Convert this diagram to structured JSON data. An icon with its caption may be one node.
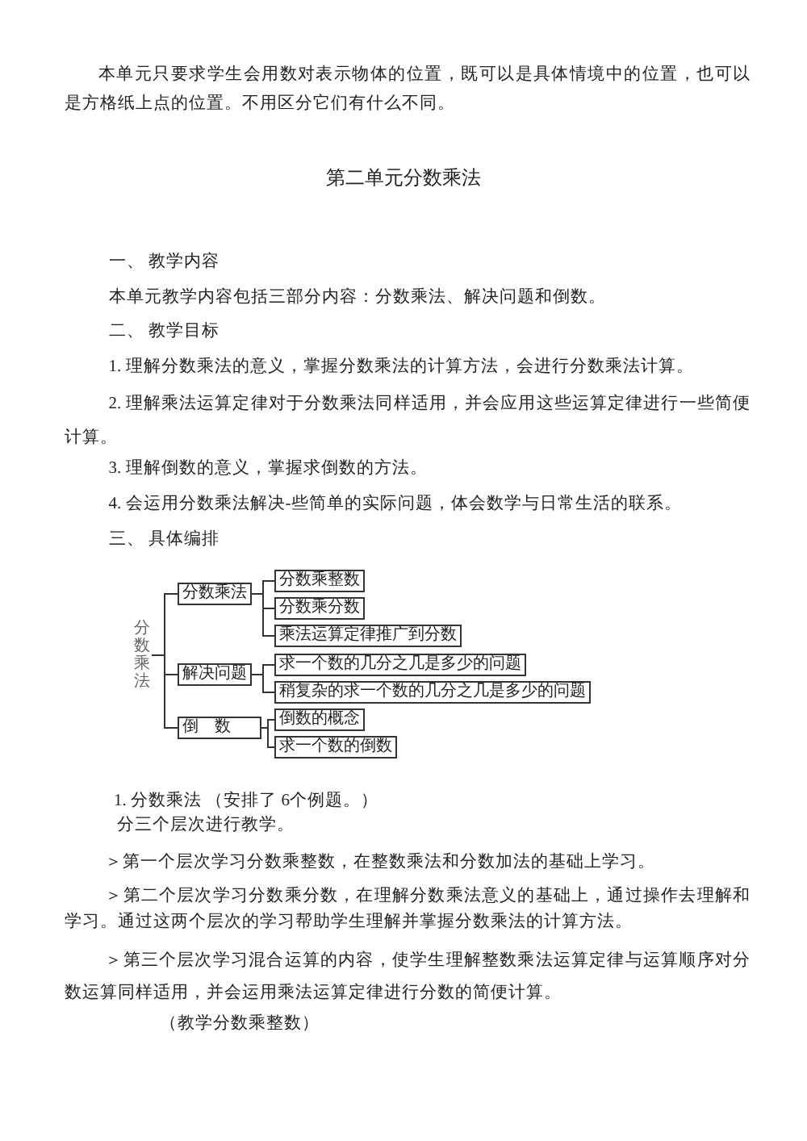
{
  "diagram": {
    "title": "第二单元分数乘法",
    "nodes": [
      {
        "text": [
          "分数乘法"
        ]
      },
      {
        "text": [
          "分数乘法"
        ]
      },
      {
        "text": [
          "分数乘整数"
        ]
      },
      {
        "text": [
          "分数乘分数"
        ]
      },
      {
        "text": [
          "乘法运算定律推广到分数"
        ]
      },
      {
        "text": [
          "解决问题"
        ]
      },
      {
        "text": [
          "求一个数的几分之几是多少的问题"
        ]
      },
      {
        "text": [
          "稍复杂的求一个数的几分之几是多少的问题"
        ]
      },
      {
        "text": [
          "倒　数"
        ]
      },
      {
        "text": [
          "倒数的概念"
        ]
      },
      {
        "text": [
          "求一个数的倒数"
        ]
      }
    ],
    "edges": [
      {
        "from": 0,
        "to": 1,
        "arrow": "none"
      },
      {
        "from": 0,
        "to": 5,
        "arrow": "none"
      },
      {
        "from": 0,
        "to": 8,
        "arrow": "none"
      },
      {
        "from": 1,
        "to": 2,
        "arrow": "none"
      },
      {
        "from": 1,
        "to": 3,
        "arrow": "none"
      },
      {
        "from": 1,
        "to": 4,
        "arrow": "none"
      },
      {
        "from": 5,
        "to": 6,
        "arrow": "none"
      },
      {
        "from": 5,
        "to": 7,
        "arrow": "none"
      },
      {
        "from": 8,
        "to": 9,
        "arrow": "none"
      },
      {
        "from": 8,
        "to": 10,
        "arrow": "none"
      }
    ],
    "labels": [
      "本单元只要求学生会用数对表示物体的位置，既可以是具体情境中的位置，也可以是方格纸上点的位置。不用区分它们有什么不同。",
      "一、 教学内容",
      "本单元教学内容包括三部分内容：分数乘法、解决问题和倒数。",
      "二、 教学目标",
      "1. 理解分数乘法的意义，掌握分数乘法的计算方法，会进行分数乘法计算。",
      "2. 理解乘法运算定律对于分数乘法同样适用，并会应用这些运算定律进行一些简便计算。",
      "3. 理解倒数的意义，掌握求倒数的方法。",
      "4. 会运用分数乘法解决-些简单的实际问题，体会数学与日常生活的联系。",
      "三、 具体编排",
      "1. 分数乘法 （安排了 6个例题。）",
      "分三个层次进行教学。",
      "＞第一个层次学习分数乘整数，在整数乘法和分数加法的基础上学习。",
      "＞第二个层次学习分数乘分数，在理解分数乘法意义的基础上，通过操作去理解和学习。通过这两个层次的学习帮助学生理解并掌握分数乘法的计算方法。",
      "＞第三个层次学习混合运算的内容，使学生理解整数乘法运算定律与运算顺序对分数运算同样适用，并会运用乘法运算定律进行分数的简便计算。",
      "（教学分数乘整数）"
    ]
  }
}
